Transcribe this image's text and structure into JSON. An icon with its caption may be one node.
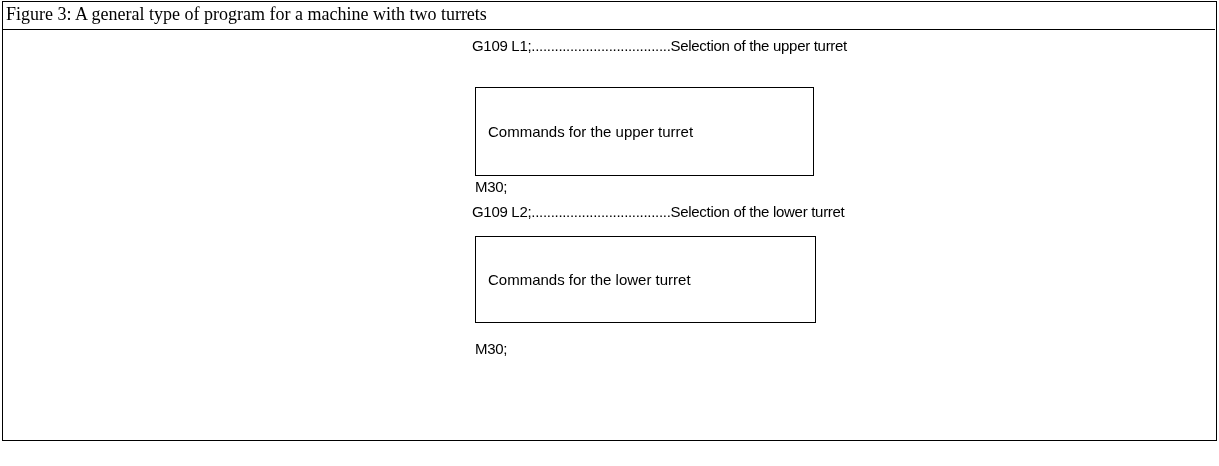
{
  "diagram": {
    "title": "Figure 3: A general type of program for a machine with two turrets",
    "nodes": [
      {
        "text": [
          "Commands for the upper turret"
        ]
      },
      {
        "text": [
          "Commands for the lower turret"
        ]
      }
    ],
    "labels": [
      "G109 L1;....................................Selection of the upper turret",
      "M30;",
      "G109 L2;....................................Selection of the lower turret",
      "M30;"
    ]
  }
}
